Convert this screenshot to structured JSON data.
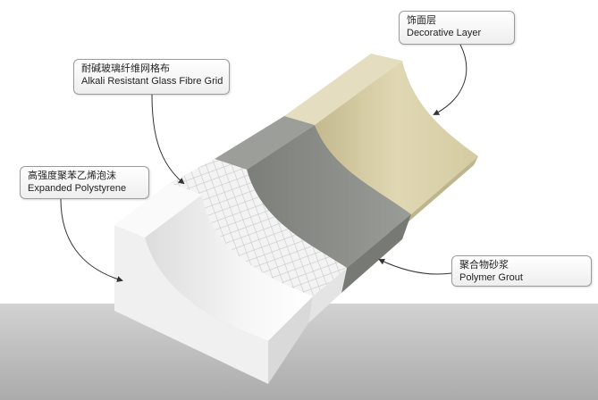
{
  "layers": [
    {
      "id": "decorative",
      "zh": "饰面层",
      "en": "Decorative Layer",
      "color": "#d8cfa7"
    },
    {
      "id": "alkali",
      "zh": "耐碱玻璃纤维网格布",
      "en": "Alkali Resistant Glass Fibre Grid",
      "color": "#f4f4f4"
    },
    {
      "id": "eps",
      "zh": "高强度聚苯乙烯泡沫",
      "en": "Expanded Polystyrene",
      "color": "#f1f1f1"
    },
    {
      "id": "grout",
      "zh": "聚合物砂浆",
      "en": "Polymer Grout",
      "color": "#8f918c"
    }
  ],
  "colors": {
    "background": "#ffffff",
    "floor": "#bdbdbd",
    "eps": "#f1f1f1",
    "grout": "#8f918c",
    "decorative": "#d8cfa7"
  }
}
